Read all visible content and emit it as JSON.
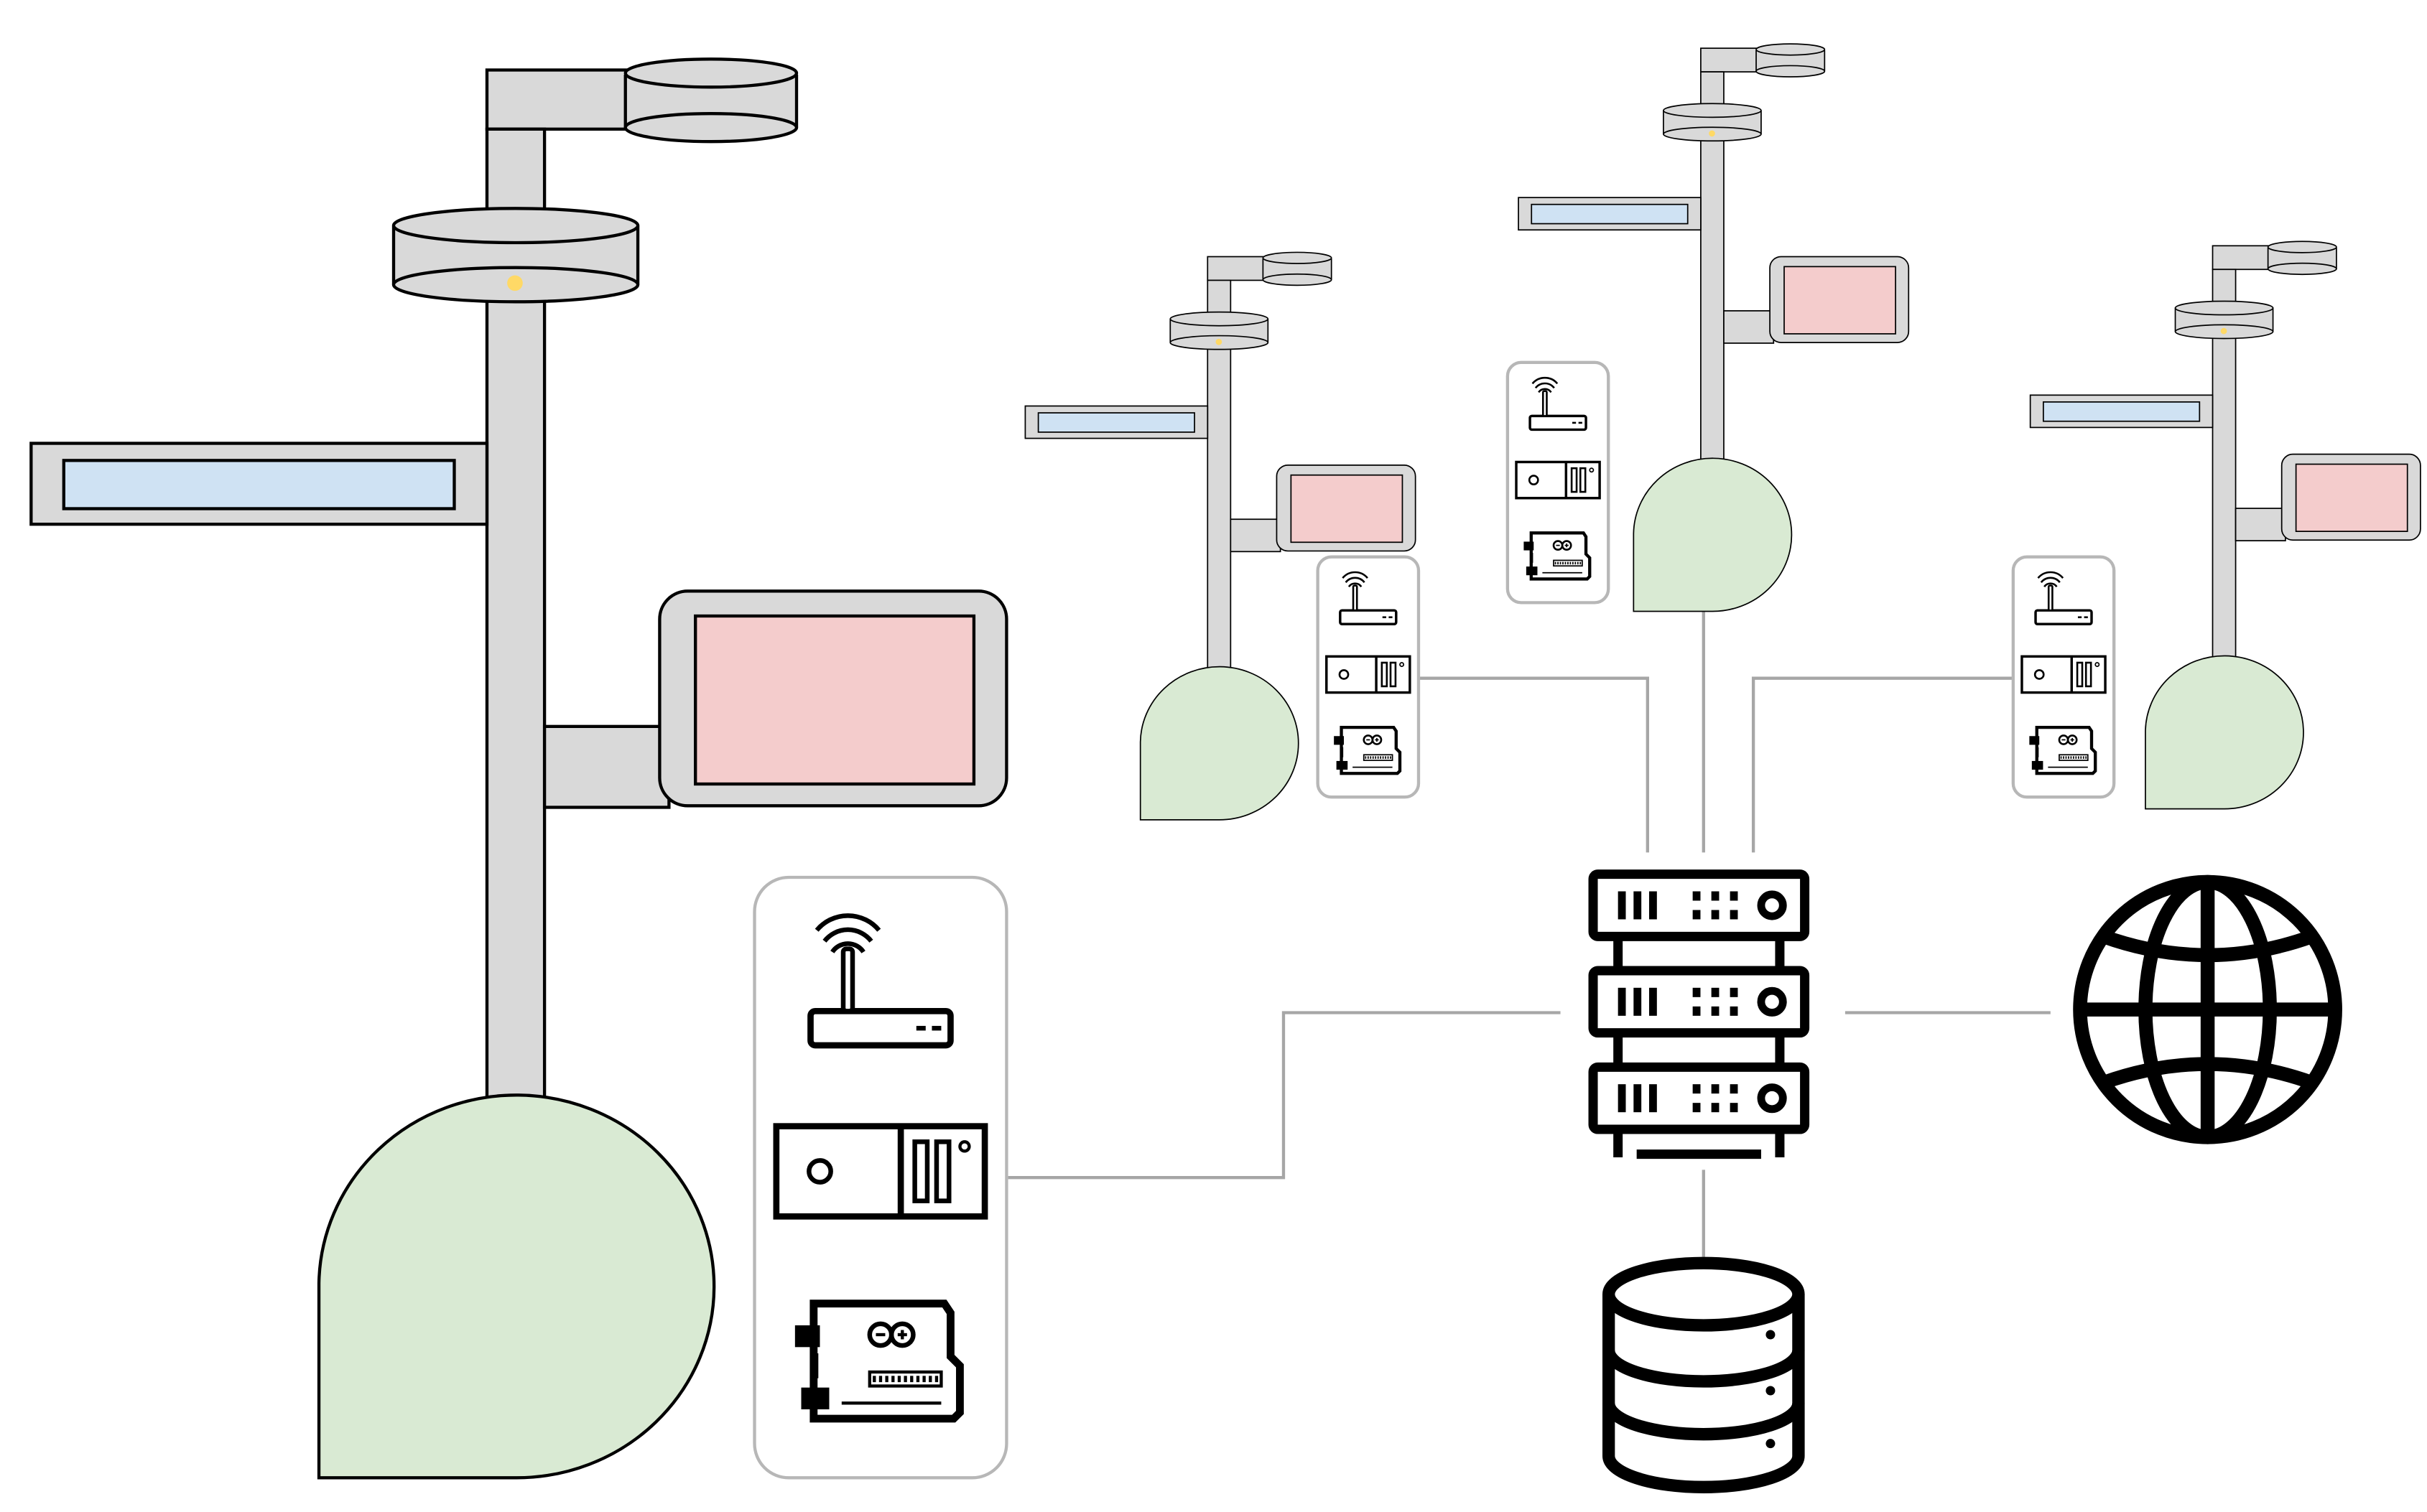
{
  "colors": {
    "pole": "#d9d9d9",
    "outline": "#000000",
    "sign_fill": "#cfe2f3",
    "screen_fill": "#f4cccc",
    "base_fill": "#d9ead3",
    "lamp_dot": "#ffd966",
    "device_box_border": "#b7b7b7",
    "connection_line": "#a6a6a6",
    "icon": "#000000"
  },
  "streetlights": [
    {
      "role": "large-detailed-pole"
    },
    {
      "role": "pole-left"
    },
    {
      "role": "pole-center"
    },
    {
      "role": "pole-right"
    }
  ],
  "device_boxes": [
    {
      "icons": [
        "wifi-router-icon",
        "controller-unit-icon",
        "arduino-board-icon"
      ]
    },
    {
      "icons": [
        "wifi-router-icon",
        "controller-unit-icon",
        "arduino-board-icon"
      ]
    },
    {
      "icons": [
        "wifi-router-icon",
        "controller-unit-icon",
        "arduino-board-icon"
      ]
    },
    {
      "icons": [
        "wifi-router-icon",
        "controller-unit-icon",
        "arduino-board-icon"
      ]
    }
  ],
  "network_icons": [
    "server-rack-icon",
    "database-icon",
    "globe-icon"
  ]
}
